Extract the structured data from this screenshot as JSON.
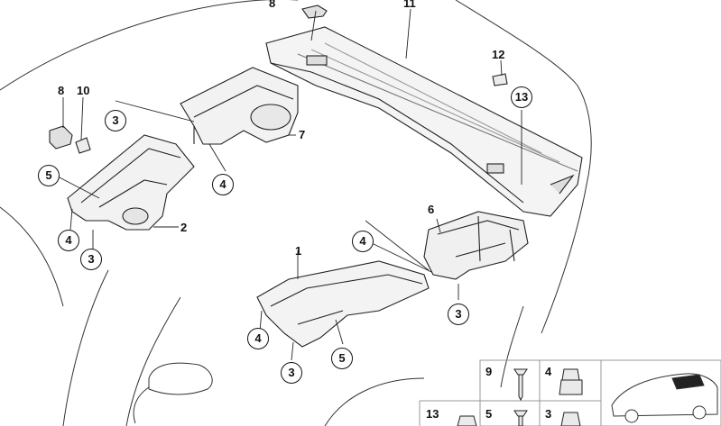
{
  "diagram": {
    "part_labels": [
      "8",
      "11",
      "12",
      "10",
      "8",
      "3",
      "7",
      "13",
      "5",
      "4",
      "2",
      "4",
      "3",
      "6",
      "4",
      "1",
      "4",
      "3",
      "3",
      "5"
    ],
    "legend": {
      "cells": [
        "9",
        "4",
        "13",
        "5",
        "3"
      ]
    },
    "colors": {
      "line": "#111111",
      "background": "#ffffff",
      "outline": "#444444"
    }
  }
}
